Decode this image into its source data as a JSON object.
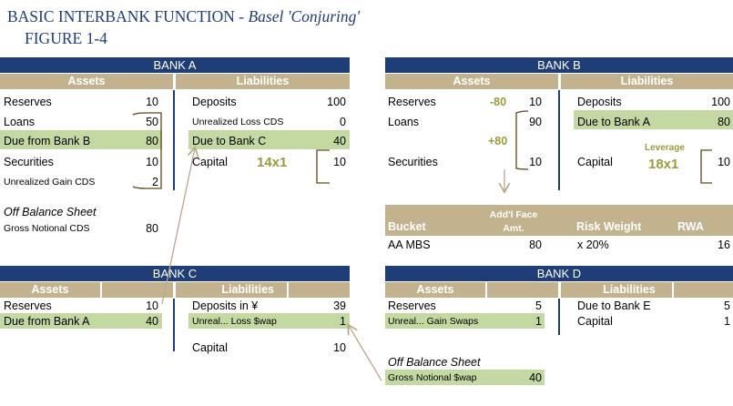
{
  "title": {
    "main": "BASIC INTERBANK FUNCTION - ",
    "italic": "Basel 'Conjuring'",
    "figure": "FIGURE 1-4"
  },
  "colors": {
    "navy": "#1f3e78",
    "tan": "#c3b28e",
    "highlight_green": "#c4d8a2",
    "olive": "#9c9a3a"
  },
  "bank_a": {
    "name": "BANK A",
    "assets_hdr": "Assets",
    "liab_hdr": "Liabilities",
    "assets": [
      {
        "label": "Reserves",
        "value": "10"
      },
      {
        "label": "Loans",
        "value": "50"
      },
      {
        "label": "Due from Bank B",
        "value": "80"
      },
      {
        "label": "Securities",
        "value": "10"
      },
      {
        "label": "Unrealized Gain CDS",
        "value": "2"
      }
    ],
    "liabilities": [
      {
        "label": "Deposits",
        "value": "100"
      },
      {
        "label": "Unrealized Loss CDS",
        "value": "0"
      },
      {
        "label": "Due to Bank C",
        "value": "40"
      },
      {
        "label": "Capital",
        "value": "10"
      }
    ],
    "ratio": "14x1",
    "obs_title": "Off Balance Sheet",
    "obs_label": "Gross Notional CDS",
    "obs_value": "80"
  },
  "bank_b": {
    "name": "BANK B",
    "assets_hdr": "Assets",
    "liab_hdr": "Liabilities",
    "assets": [
      {
        "label": "Reserves",
        "value": "10",
        "change": "-80"
      },
      {
        "label": "Loans",
        "value": "90",
        "change": "+80"
      },
      {
        "label": "Securities",
        "value": "10"
      }
    ],
    "liabilities": [
      {
        "label": "Deposits",
        "value": "100"
      },
      {
        "label": "Due to Bank A",
        "value": "80"
      },
      {
        "label": "Capital",
        "value": "10"
      }
    ],
    "leverage_label": "Leverage",
    "ratio": "18x1",
    "table": {
      "headers": [
        "Bucket",
        "Add'l Face Amt.",
        "Risk Weight",
        "RWA"
      ],
      "row": [
        "AA MBS",
        "80",
        "x 20%",
        "16"
      ]
    }
  },
  "bank_c": {
    "name": "BANK C",
    "assets_hdr": "Assets",
    "liab_hdr": "Liabilities",
    "assets": [
      {
        "label": "Reserves",
        "value": "10"
      },
      {
        "label": "Due from Bank A",
        "value": "40"
      }
    ],
    "liabilities": [
      {
        "label": "Deposits in ¥",
        "value": "39"
      },
      {
        "label": "Unreal... Loss $wap",
        "value": "1"
      },
      {
        "label": "Capital",
        "value": "10"
      }
    ]
  },
  "bank_d": {
    "name": "BANK D",
    "assets_hdr": "Assets",
    "liab_hdr": "Liabilities",
    "assets": [
      {
        "label": "Reserves",
        "value": "5"
      },
      {
        "label": "Unreal... Gain Swaps",
        "value": "1"
      }
    ],
    "liabilities": [
      {
        "label": "Due to Bank E",
        "value": "5"
      },
      {
        "label": "Capital",
        "value": "1"
      }
    ],
    "obs_title": "Off Balance Sheet",
    "obs_label": "Gross Notional $wap",
    "obs_value": "40"
  }
}
